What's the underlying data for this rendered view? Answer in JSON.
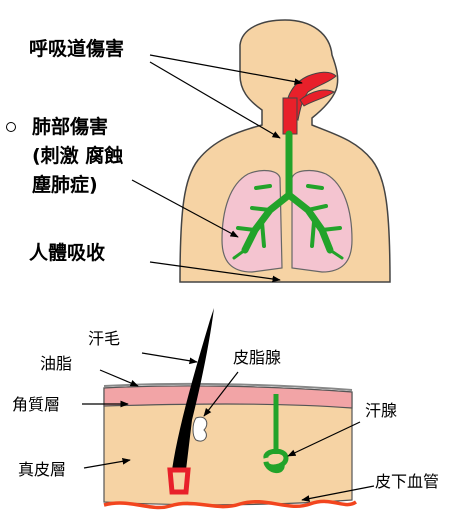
{
  "upper": {
    "respiratory_damage": "呼吸道傷害",
    "lung_damage": [
      "肺部傷害",
      "(刺激 腐蝕",
      "塵肺症)"
    ],
    "body_absorption": "人體吸收"
  },
  "lower": {
    "hair": "汗毛",
    "sebaceous_gland": "皮脂腺",
    "oil": "油脂",
    "stratum_corneum": "角質層",
    "sweat_gland": "汗腺",
    "dermis": "真皮層",
    "subcutaneous_vessels": "皮下血管"
  },
  "colors": {
    "skin": "#f6d3a4",
    "lung": "#f4c4d0",
    "airway_upper": "#e8202a",
    "airway_lower": "#22a32a",
    "epidermis": "#f2a4a6",
    "blood_vessel": "#f2451e"
  }
}
